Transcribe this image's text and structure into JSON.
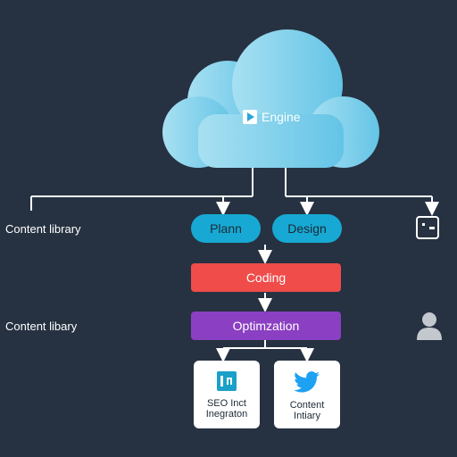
{
  "cloud": {
    "label": "Engine",
    "icon": "play-icon"
  },
  "side_labels": {
    "top": "Content library",
    "middle": "Content libary"
  },
  "nodes": {
    "plan": "Plann",
    "design": "Design",
    "coding": "Coding",
    "optimization": "Optimzation"
  },
  "cards": [
    {
      "line1": "SEO Inct",
      "line2": "Inegraton",
      "icon": "seo-icon"
    },
    {
      "line1": "Content",
      "line2": "Intiary",
      "icon": "twitter-bird-icon"
    }
  ],
  "colors": {
    "background": "#263241",
    "cloud": "#7ccfe8",
    "pill": "#17a9d4",
    "coding": "#ef4c4a",
    "optimization": "#8b3fc3",
    "card": "#ffffff",
    "twitter": "#1da1f2"
  }
}
